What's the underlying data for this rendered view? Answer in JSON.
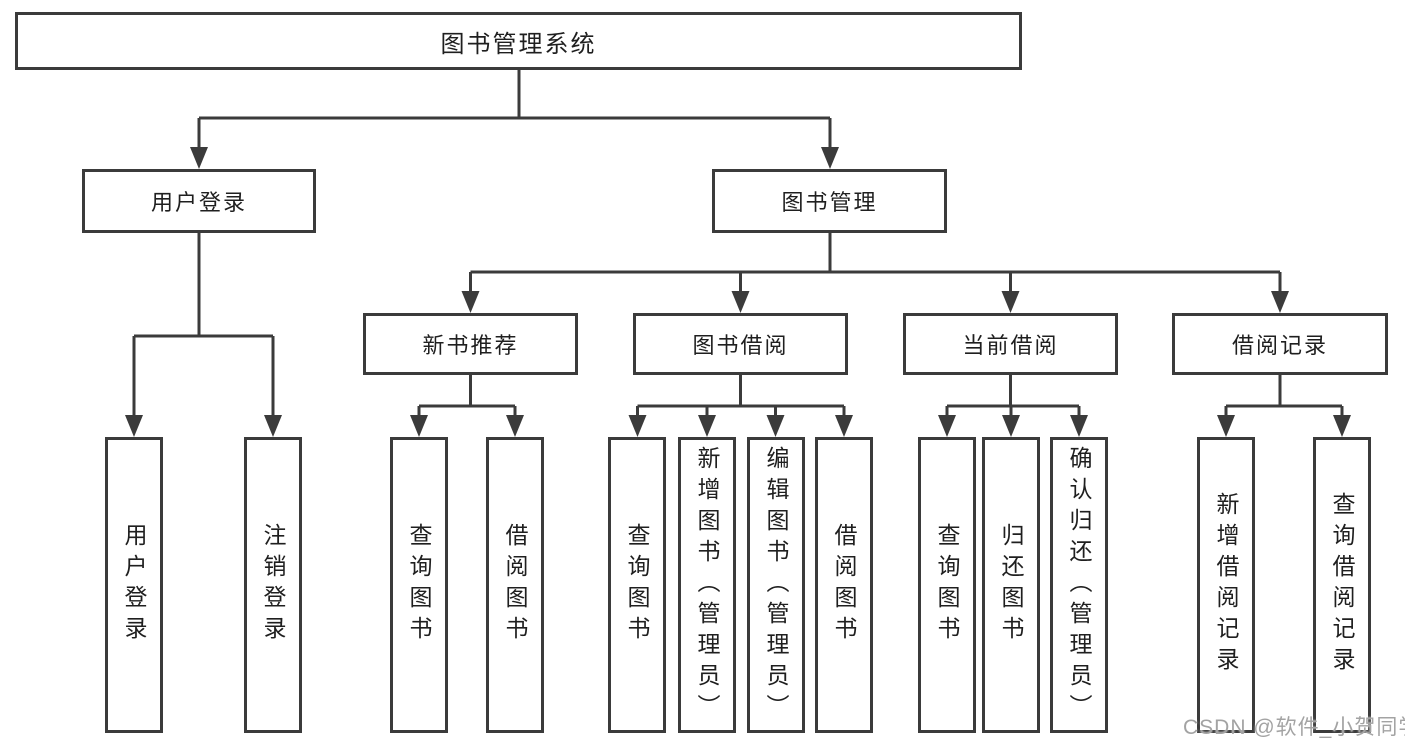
{
  "diagram": {
    "tree": {
      "label": "图书管理系统",
      "children": [
        {
          "label": "用户登录",
          "children": [
            {
              "label": "用户登录"
            },
            {
              "label": "注销登录"
            }
          ]
        },
        {
          "label": "图书管理",
          "children": [
            {
              "label": "新书推荐",
              "children": [
                {
                  "label": "查询图书"
                },
                {
                  "label": "借阅图书"
                }
              ]
            },
            {
              "label": "图书借阅",
              "children": [
                {
                  "label": "查询图书"
                },
                {
                  "label": "新增图书（管理员）"
                },
                {
                  "label": "编辑图书（管理员）"
                },
                {
                  "label": "借阅图书"
                }
              ]
            },
            {
              "label": "当前借阅",
              "children": [
                {
                  "label": "查询图书"
                },
                {
                  "label": "归还图书"
                },
                {
                  "label": "确认归还（管理员）"
                }
              ]
            },
            {
              "label": "借阅记录",
              "children": [
                {
                  "label": "新增借阅记录"
                },
                {
                  "label": "查询借阅记录"
                }
              ]
            }
          ]
        }
      ]
    },
    "colors": {
      "line": "#3b3b3b",
      "text": "#1f1f1f",
      "background": "#ffffff",
      "watermark": "#a3a3a3"
    }
  },
  "watermark": {
    "text": "CSDN @软件_小贺同学"
  }
}
